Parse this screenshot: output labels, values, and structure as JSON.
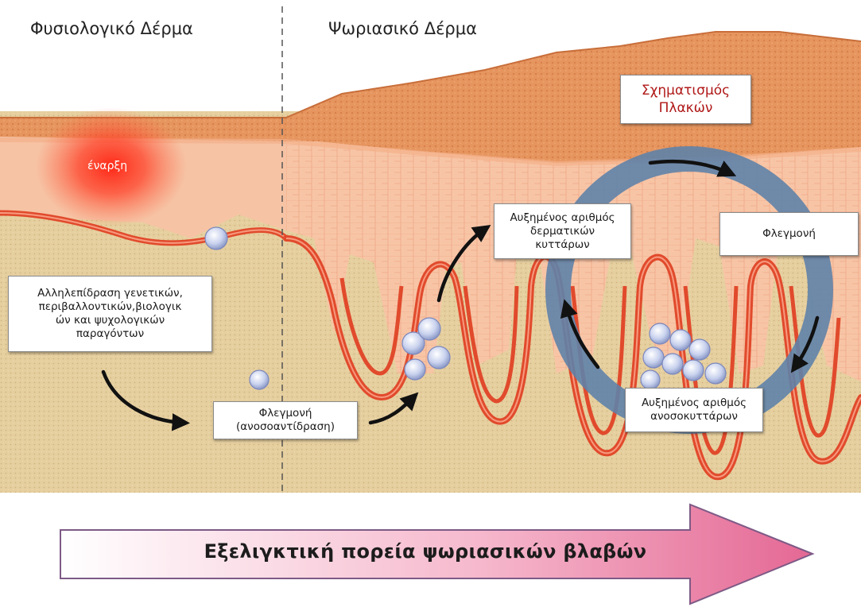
{
  "headers": {
    "normal_skin": "Φυσιολογικό Δέρμα",
    "psoriatic_skin": "Ψωριασικό Δέρμα"
  },
  "labels": {
    "onset": "έναρξη",
    "interaction": [
      "Αλληλεπίδραση γενετικών,",
      "περιβαλλοντικών,βιολογικ",
      "ών και ψυχολογικών",
      "παραγόντων"
    ],
    "inflammation_immune": [
      "Φλεγμονή",
      "(ανοσοαντίδραση)"
    ],
    "increased_skin_cells": [
      "Αυξημένος αριθμός",
      "δερματικών",
      "κυττάρων"
    ],
    "plaque_formation": [
      "Σχηματισμός",
      "Πλακών"
    ],
    "inflammation": "Φλεγμονή",
    "increased_immune_cells": [
      "Αυξημένος αριθμός",
      "ανοσοκυττάρων"
    ]
  },
  "progress_arrow_label": "Εξελιγκτική πορεία ψωριασικών βλαβών",
  "colors": {
    "epidermis_light": "#f6c3a4",
    "epidermis_top": "#e9986a",
    "dermis": "#e6cf9f",
    "basal_membrane": "#e0482a",
    "cycle_ring": "#5f82a8",
    "inflammation_glow": "#ff2a1a",
    "plaque_text": "#b01818",
    "arrow_gradient_start": "#ffffff",
    "arrow_gradient_end": "#e8709a"
  }
}
